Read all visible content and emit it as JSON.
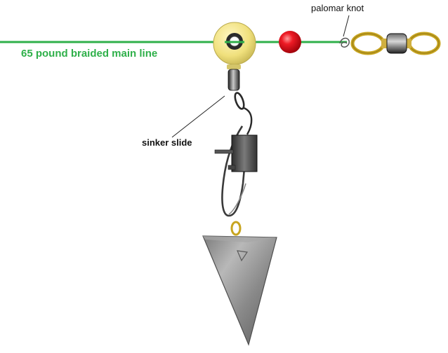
{
  "labels": {
    "main_line": "65 pound braided main line",
    "sinker_slide": "sinker slide",
    "palomar_knot": "palomar knot"
  },
  "colors": {
    "line": "#2fb04a",
    "bead_yellow": "#f3e58a",
    "bead_red": "#e8101c",
    "metal_dark": "#3a3a3a",
    "metal_light": "#9a9a9a",
    "brass": "#c8a520",
    "lead": "#8f8f8f"
  }
}
